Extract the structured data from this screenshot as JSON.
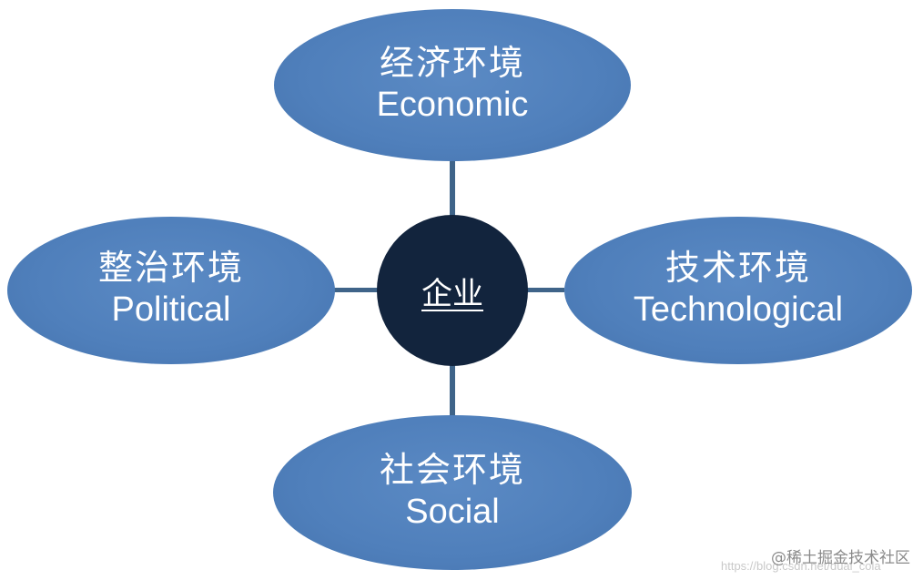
{
  "center": {
    "label": "企业"
  },
  "nodes": {
    "economic": {
      "zh": "经济环境",
      "en": "Economic"
    },
    "political": {
      "zh": "整治环境",
      "en": "Political"
    },
    "technological": {
      "zh": "技术环境",
      "en": "Technological"
    },
    "social": {
      "zh": "社会环境",
      "en": "Social"
    }
  },
  "watermark": {
    "text": "@稀土掘金技术社区",
    "url": "https://blog.csdn.net/dual_cola"
  },
  "colors": {
    "ellipse_fill": "#4f7fbb",
    "center_fill": "#12243d",
    "connector": "#3f6489",
    "text": "#ffffff"
  }
}
